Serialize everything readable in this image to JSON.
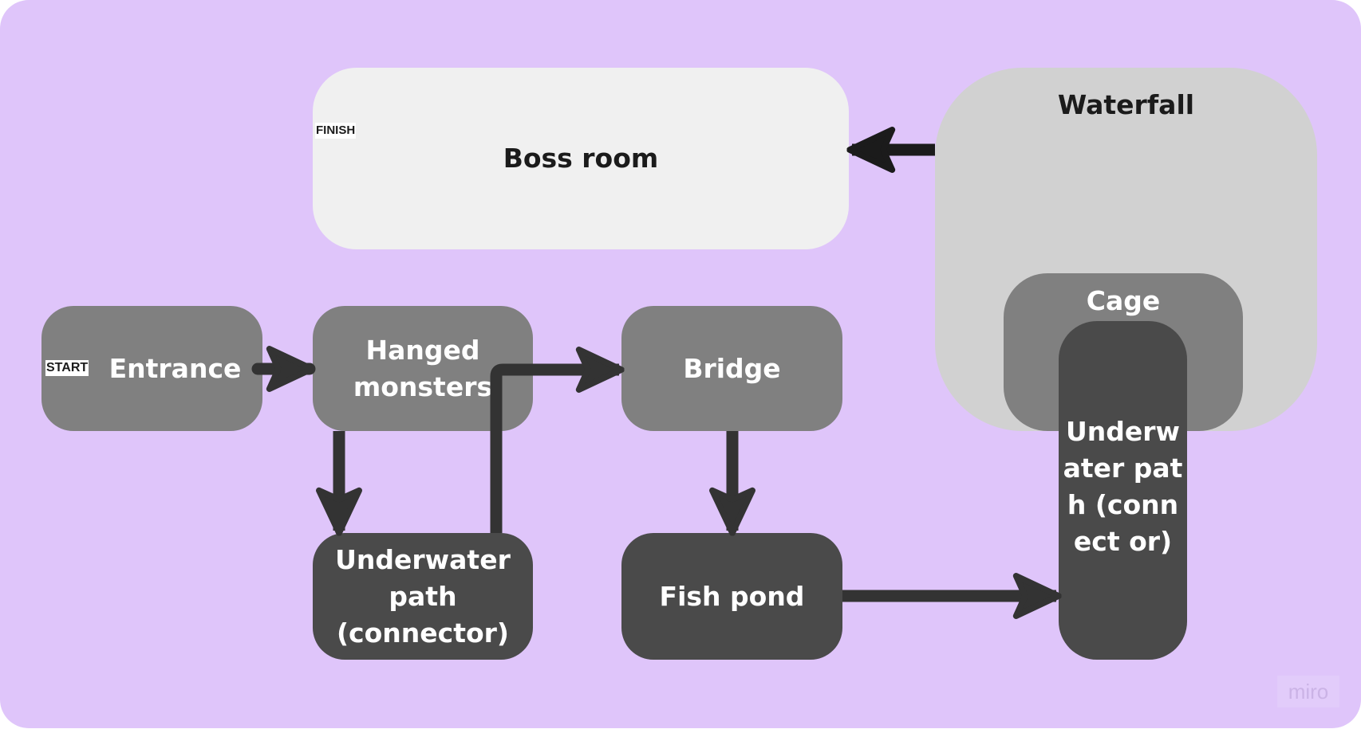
{
  "diagram": {
    "title": "Level flow",
    "nodes": {
      "boss_room": {
        "label": "Boss room",
        "tag": "FINISH"
      },
      "waterfall": {
        "label": "Waterfall"
      },
      "cage": {
        "label": "Cage"
      },
      "underwater_right": {
        "label": "Underw ater path (connect or)"
      },
      "entrance": {
        "label": "Entrance",
        "tag": "START"
      },
      "hanged_monsters": {
        "label": "Hanged monsters"
      },
      "bridge": {
        "label": "Bridge"
      },
      "underwater_left": {
        "label": "Underwater path (connector)"
      },
      "fish_pond": {
        "label": "Fish pond"
      }
    },
    "edges": [
      {
        "from": "Entrance",
        "to": "Hanged monsters"
      },
      {
        "from": "Hanged monsters",
        "to": "Underwater path (connector)"
      },
      {
        "from": "Underwater path (connector)",
        "to": "Bridge"
      },
      {
        "from": "Bridge",
        "to": "Fish pond"
      },
      {
        "from": "Fish pond",
        "to": "Underwater path (connector) [Waterfall]"
      },
      {
        "from": "Waterfall",
        "to": "Boss room"
      }
    ],
    "colors": {
      "background": "#dfc5fa",
      "light_node": "#f0f0f0",
      "mid_node": "#808080",
      "dark_node": "#4a4a4a",
      "pale_node": "#d1d1d1",
      "arrow": "#333333"
    }
  },
  "watermark": "miro"
}
